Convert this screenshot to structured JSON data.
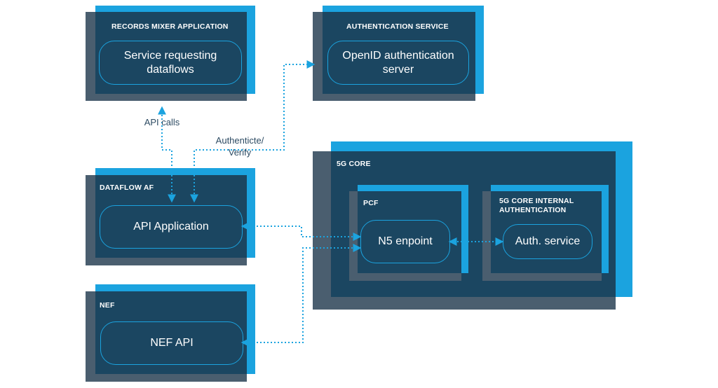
{
  "colors": {
    "panel": "#1b4661",
    "accent_blue": "#1ba3df",
    "shadow": "#4a5e6f",
    "label_text": "#2d4b63"
  },
  "records_mixer": {
    "title": "RECORDS MIXER APPLICATION",
    "node": "Service requesting dataflows"
  },
  "auth_service": {
    "title": "AUTHENTICATION SERVICE",
    "node": "OpenID authentication server"
  },
  "dataflow_af": {
    "title": "DATAFLOW AF",
    "node": "API Application"
  },
  "nef": {
    "title": "NEF",
    "node": "NEF API"
  },
  "core_5g": {
    "title": "5G CORE",
    "pcf": {
      "title": "PCF",
      "node": "N5 enpoint"
    },
    "internal_auth": {
      "title": "5G CORE INTERNAL AUTHENTICATION",
      "node": "Auth. service"
    }
  },
  "edges": {
    "api_calls": "API calls",
    "authenticate": "Authenticte/ Verify"
  }
}
